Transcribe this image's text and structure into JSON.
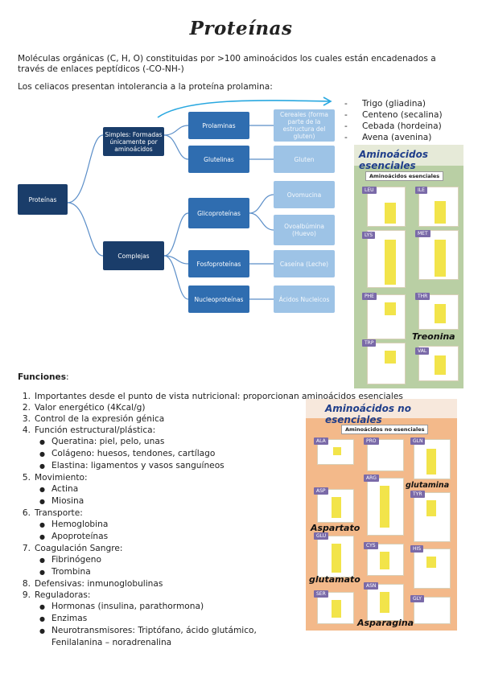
{
  "title": "Proteínas",
  "intro": "Moléculas orgánicas (C, H, O) constituidas por >100 aminoácidos los cuales están encadenados a",
  "intro2": "través de enlaces peptídicos (-CO-NH-)",
  "celiacos": "Los celiacos presentan intolerancia a la proteína prolamina:",
  "prolaminas": [
    "Trigo (gliadina)",
    "Centeno (secalina)",
    "Cebada (hordeina)",
    "Avena (avenina)"
  ],
  "tree": {
    "root": "Proteínas",
    "simples": "Simples: Formadas únicamente por aminoácidos",
    "complejas": "Complejas",
    "prolaminas": "Prolaminas",
    "prolaminas_desc": "Cereales (forma parte de la estructura del gluten)",
    "glutelinas": "Glutelinas",
    "glutelinas_desc": "Gluten",
    "glicoproteinas": "Glicoproteínas",
    "ovomucina": "Ovomucina",
    "ovoalbumina": "Ovoalbúmina (Huevo)",
    "fosfoproteinas": "Fosfoproteínas",
    "caseina": "Caseína (Leche)",
    "nucleoproteinas": "Nucleoproteínas",
    "acidos_nucleicos": "Ácidos Nucleicos"
  },
  "esenciales": {
    "title": "Aminoácidos esenciales",
    "subtitle": "Aminoácidos esenciales",
    "tags": [
      "LEU",
      "ILE",
      "LYS",
      "MET",
      "PHE",
      "THR",
      "TRP",
      "VAL"
    ],
    "note": "Treonina"
  },
  "no_esenciales": {
    "title": "Aminoácidos no esenciales",
    "subtitle": "Aminoácidos no esenciales",
    "tags": [
      "ALA",
      "PRO",
      "GLN",
      "ARG",
      "ASP",
      "TYR",
      "GLU",
      "CYS",
      "HIS",
      "SER",
      "ASN",
      "GLY"
    ],
    "notes": [
      "glutamina",
      "Aspartato",
      "glutamato",
      "Asparagina"
    ]
  },
  "funciones_label": "Funciones",
  "funciones": [
    {
      "n": "1.",
      "t": "Importantes desde el punto de vista nutricional: proporcionan aminoácidos esenciales"
    },
    {
      "n": "2.",
      "t": "Valor energético (4Kcal/g)"
    },
    {
      "n": "3.",
      "t": "Control de la expresión génica"
    },
    {
      "n": "4.",
      "t": "Función estructural/plástica:"
    },
    {
      "b": "Queratina: piel, pelo, unas"
    },
    {
      "b": "Colágeno: huesos, tendones, cartílago"
    },
    {
      "b": "Elastina: ligamentos y vasos sanguíneos"
    },
    {
      "n": "5.",
      "t": "Movimiento:"
    },
    {
      "b": "Actina"
    },
    {
      "b": "Miosina"
    },
    {
      "n": "6.",
      "t": "Transporte:"
    },
    {
      "b": "Hemoglobina"
    },
    {
      "b": "Apoproteínas"
    },
    {
      "n": "7.",
      "t": "Coagulación Sangre:"
    },
    {
      "b": "Fibrinógeno"
    },
    {
      "b": "Trombina"
    },
    {
      "n": "8.",
      "t": "Defensivas: inmunoglobulinas"
    },
    {
      "n": "9.",
      "t": "Reguladoras:"
    },
    {
      "b": "Hormonas (insulina, parathormona)"
    },
    {
      "b": "Enzimas"
    },
    {
      "b": "Neurotransmisores: Triptófano, ácido glutámico,"
    },
    {
      "c": "Fenilalanina – noradrenalina"
    }
  ],
  "colors": {
    "dark": "#1a3d6a",
    "mid": "#2f6db0",
    "light": "#9dc3e6",
    "green_bg": "#b9cfa4",
    "orange_bg": "#f3b98a"
  }
}
